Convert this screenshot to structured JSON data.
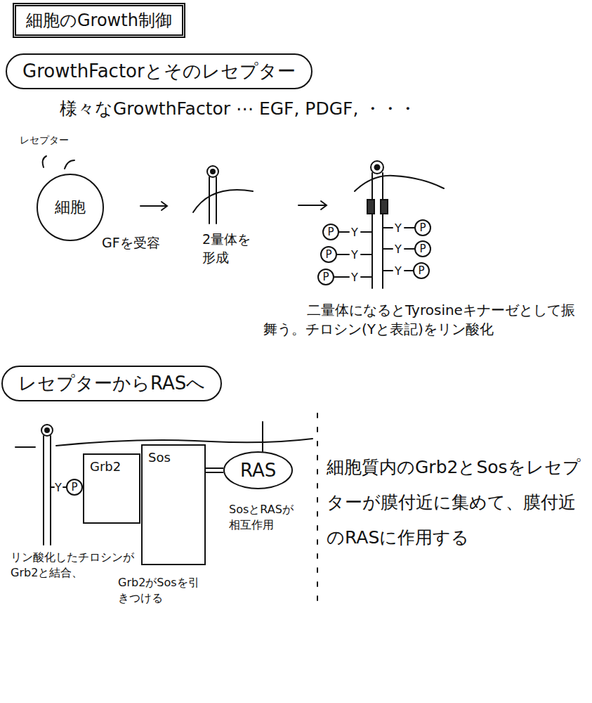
{
  "diagram": {
    "title": "細胞のGrowth制御",
    "nodes": [
      {
        "text": [
          "GrowthFactorとそのレセプター"
        ]
      },
      {
        "text": [
          "細胞"
        ]
      },
      {
        "text": [
          "P"
        ]
      },
      {
        "text": [
          "P"
        ]
      },
      {
        "text": [
          "P"
        ]
      },
      {
        "text": [
          "P"
        ]
      },
      {
        "text": [
          "P"
        ]
      },
      {
        "text": [
          "P"
        ]
      },
      {
        "text": [
          "レセプターからRASへ"
        ]
      },
      {
        "text": [
          "P"
        ]
      },
      {
        "text": [
          "Grb2"
        ]
      },
      {
        "text": [
          "Sos"
        ]
      },
      {
        "text": [
          "RAS"
        ]
      }
    ],
    "edges": [
      {
        "from": 11,
        "to": 12,
        "arrow": "none"
      }
    ],
    "labels": [
      "様々なGrowthFactor ⋯ EGF, PDGF, ・・・",
      "レセプター",
      "GFを受容",
      "2量体を形成",
      "Y",
      "Y",
      "Y",
      "Y",
      "Y",
      "Y",
      "二量体になるとTyrosineキナーゼとして振舞う。チロシン(Yと表記)をリン酸化",
      "Y",
      "リン酸化したチロシンがGrb2と結合、",
      "Grb2がSosを引きつける",
      "SosとRASが相互作用",
      "細胞質内のGrb2とSosをレセプターが膜付近に集めて、膜付近のRASに作用する"
    ]
  }
}
